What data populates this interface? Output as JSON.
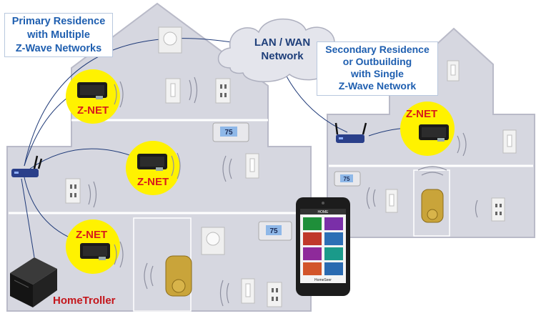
{
  "primary_label": "Primary Residence\nwith Multiple\nZ-Wave Networks",
  "secondary_label": "Secondary Residence\nor Outbuilding\nwith Single\nZ-Wave Network",
  "cloud_label": "LAN / WAN\nNetwork",
  "znet_labels": [
    "Z-NET",
    "Z-NET",
    "Z-NET",
    "Z-NET"
  ],
  "thermostat_readouts": [
    "75",
    "75",
    "75"
  ],
  "controller_label": "HomeTroller",
  "phone": {
    "header": "HOME",
    "footer": "HomeSeer",
    "tile_colors": [
      "#1f8f3a",
      "#7a2fa8",
      "#c0392b",
      "#2c6fb5",
      "#8e2a9a",
      "#1a9a8a",
      "#d2552a",
      "#2a6ab0"
    ]
  },
  "colors": {
    "house": "#d6d7e0",
    "house_border": "#b9bac8",
    "znet_glow": "#fff200",
    "link": "#1f3a78",
    "callout_text": "#1f5fb0",
    "znet_text": "#d81b1b"
  }
}
